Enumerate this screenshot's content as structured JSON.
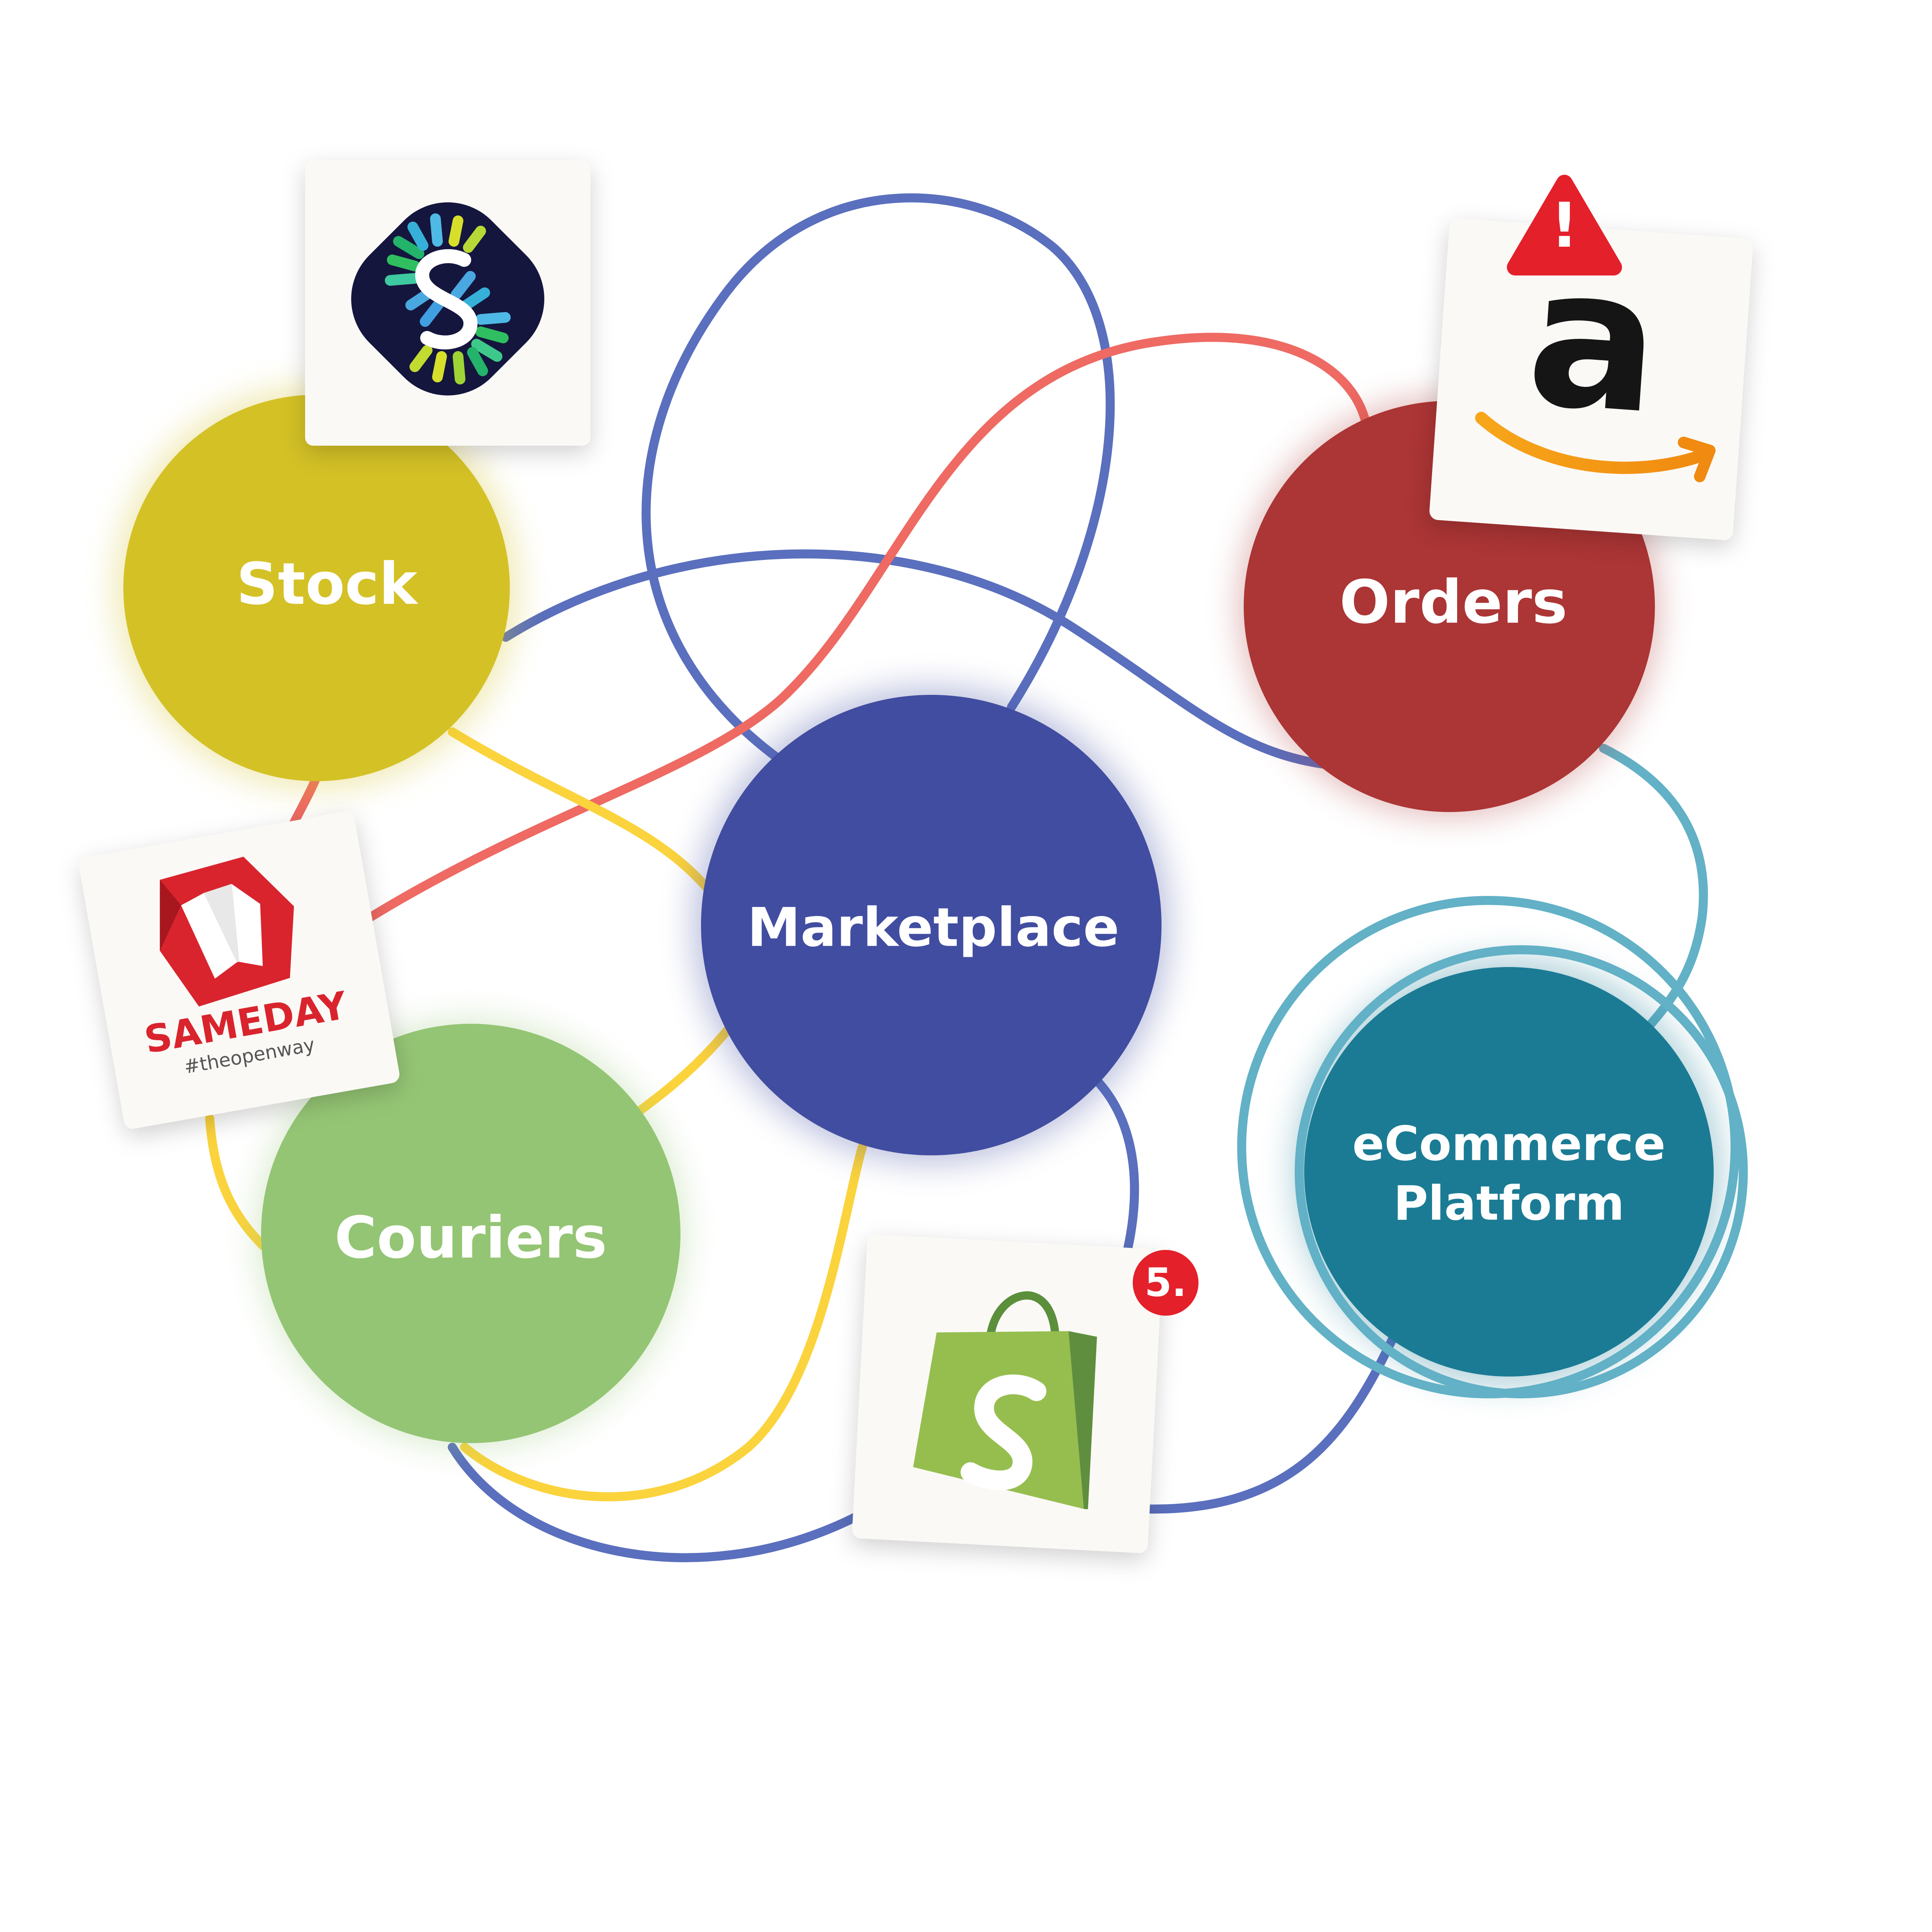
{
  "nodes": {
    "stock": {
      "label": "Stock",
      "color": "#d4c126"
    },
    "orders": {
      "label": "Orders",
      "color": "#ac3535"
    },
    "marketplace": {
      "label": "Marketplace",
      "color": "#414da0"
    },
    "couriers": {
      "label": "Couriers",
      "color": "#94c574"
    },
    "ecommerce": {
      "label_line1": "eCommerce",
      "label_line2": "Platform",
      "color": "#1b7b94",
      "ring_color": "#62b1c6"
    }
  },
  "connector_colors": {
    "blue": "#5a6fbd",
    "red": "#ee6a63",
    "yellow": "#fbd33c",
    "teal": "#62b1c6"
  },
  "logo_cards": {
    "stock_logo": {
      "icon": "s-spark-logo-icon"
    },
    "orders_logo": {
      "icon": "amazon-logo-icon",
      "alert_icon": "warning-icon",
      "alert_text": "!"
    },
    "couriers_logo": {
      "icon": "sameday-logo-icon",
      "brand": "SAMEDAY",
      "tagline": "#theopenway"
    },
    "shop_logo": {
      "icon": "shopify-bag-icon",
      "badge_text": "5."
    }
  }
}
